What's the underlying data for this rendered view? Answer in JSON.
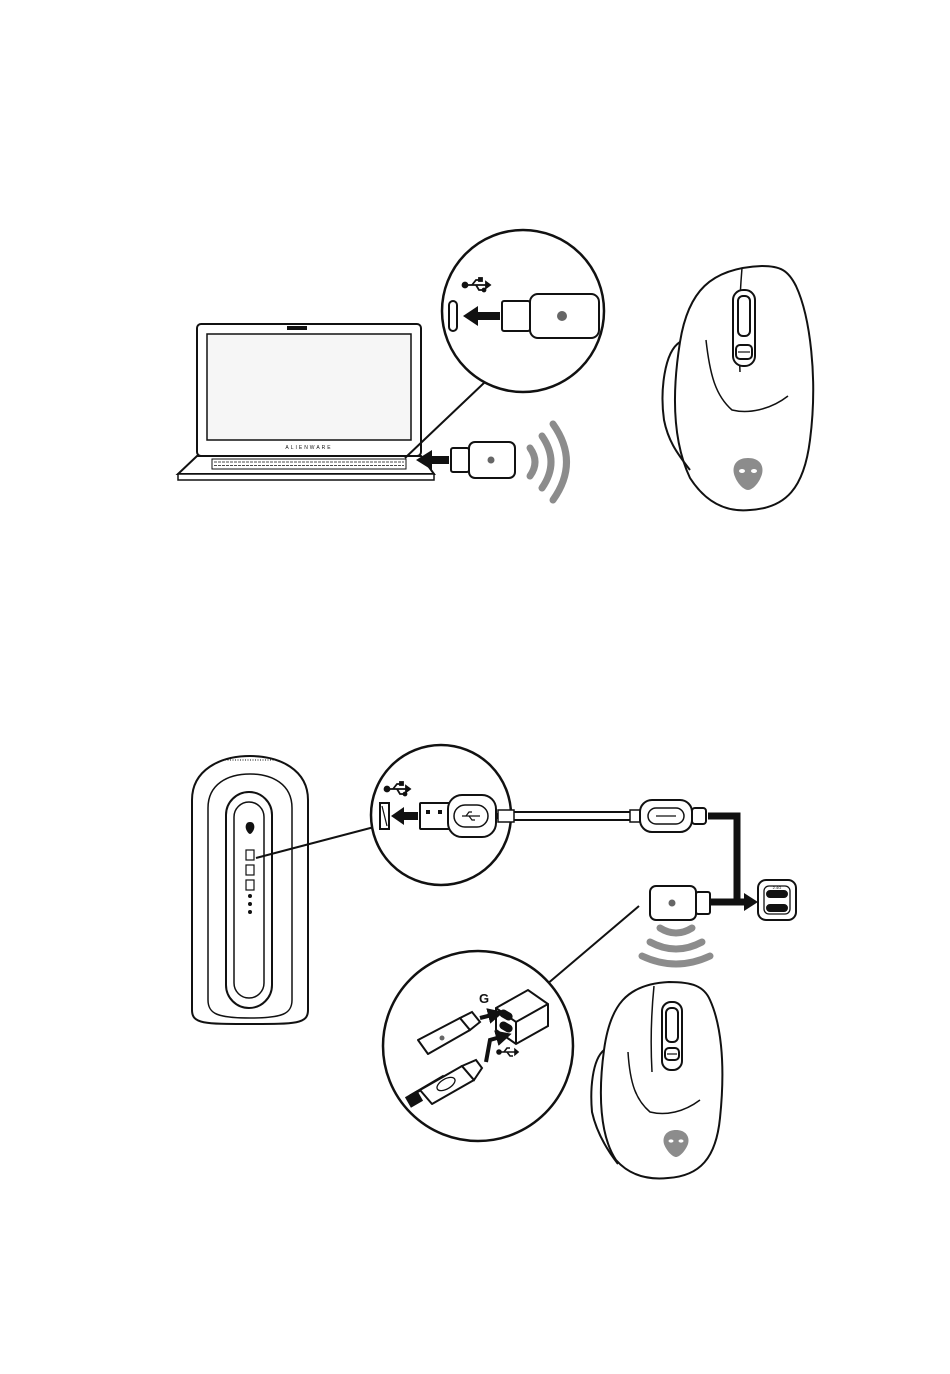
{
  "laptop": {
    "brand_text": "ALIENWARE"
  },
  "dock": {
    "mode_label": "2.4G"
  },
  "callout_bottom": {
    "mode_label": "G"
  },
  "colors": {
    "line": "#111111",
    "wave": "#8c8c8c",
    "device_fill": "#ffffff",
    "screen_fill": "#f4f4f4"
  },
  "icons": [
    "usb-icon",
    "alien-logo-icon",
    "arrow-left-icon",
    "arrow-right-icon",
    "wireless-waves-icon"
  ]
}
